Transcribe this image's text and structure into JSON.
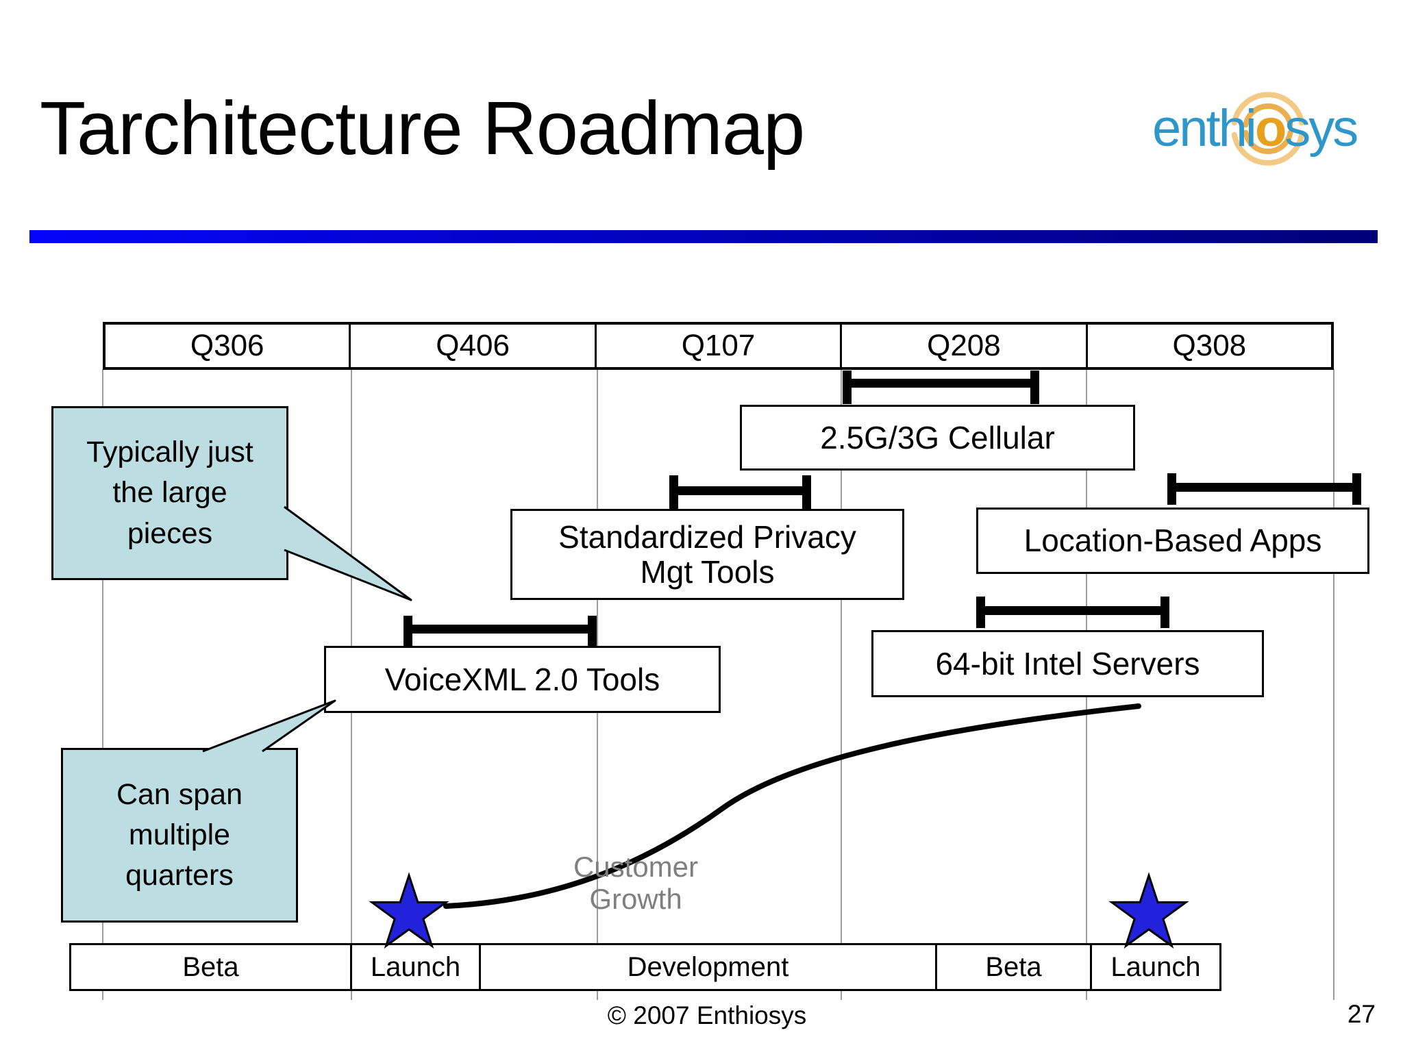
{
  "slide": {
    "title": "Tarchitecture Roadmap"
  },
  "logo": {
    "prefix": "enthi",
    "accent": "o",
    "suffix": "sys"
  },
  "timeline": {
    "quarters": [
      "Q306",
      "Q406",
      "Q107",
      "Q208",
      "Q308"
    ]
  },
  "features": [
    {
      "label": "2.5G/3G Cellular",
      "quarter_span": "Q208"
    },
    {
      "label": "Standardized Privacy Mgt Tools",
      "quarter_span": "Q107"
    },
    {
      "label": "Location-Based Apps",
      "quarter_span": "Q308"
    },
    {
      "label": "VoiceXML 2.0 Tools",
      "quarter_span": "Q406"
    },
    {
      "label": "64-bit Intel Servers",
      "quarter_span": "Q208-Q308"
    }
  ],
  "callouts": [
    {
      "text": "Typically just the large pieces"
    },
    {
      "text": "Can span multiple quarters"
    }
  ],
  "phases": [
    "Beta",
    "Launch",
    "Development",
    "Beta",
    "Launch"
  ],
  "growth_label": "Customer Growth",
  "footer": {
    "copyright": "© 2007 Enthiosys",
    "page": "27"
  },
  "colors": {
    "divider_start": "#0404fa",
    "divider_end": "#000078",
    "callout_fill": "#bcdde1",
    "star_fill": "#2222dc",
    "logo_blue": "#2e96c8",
    "logo_orange": "#e8a11e",
    "logo_arc_light": "#f2ca85",
    "logo_arc_mid": "#ebaf4e",
    "gridline": "#9e9e9e",
    "growth_text": "#7f7f7f"
  }
}
